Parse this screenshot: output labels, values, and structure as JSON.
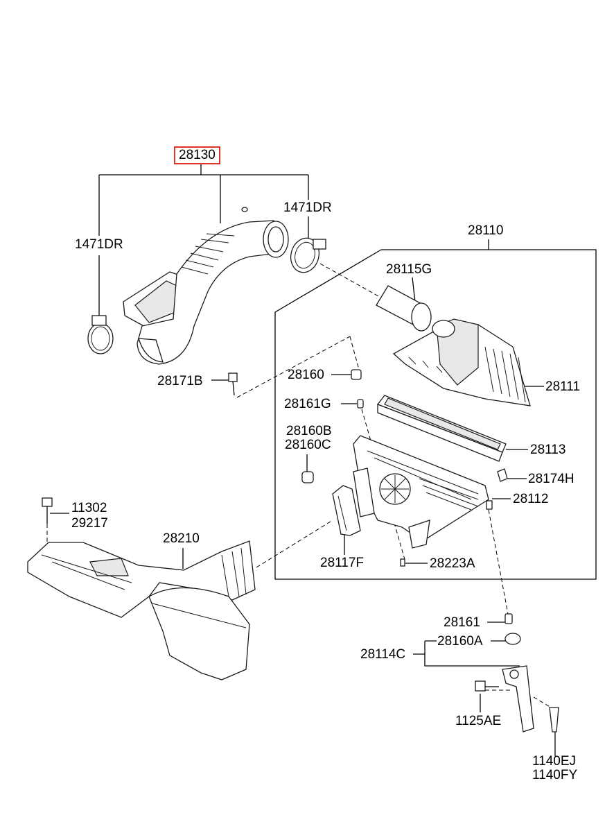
{
  "labels": {
    "l28130": "28130",
    "l1471DR_a": "1471DR",
    "l1471DR_b": "1471DR",
    "l28110": "28110",
    "l28115G": "28115G",
    "l28111": "28111",
    "l28160": "28160",
    "l28161G": "28161G",
    "l28171B": "28171B",
    "l28160B": "28160B",
    "l28160C": "28160C",
    "l28113": "28113",
    "l28174H": "28174H",
    "l28112": "28112",
    "l11302": "11302",
    "l29217": "29217",
    "l28210": "28210",
    "l28117F": "28117F",
    "l28223A": "28223A",
    "l28161": "28161",
    "l28160A": "28160A",
    "l28114C": "28114C",
    "l1125AE": "1125AE",
    "l1140EJ": "1140EJ",
    "l1140FY": "1140FY"
  },
  "colors": {
    "highlight_border": "#e0322b",
    "line": "#000000"
  }
}
